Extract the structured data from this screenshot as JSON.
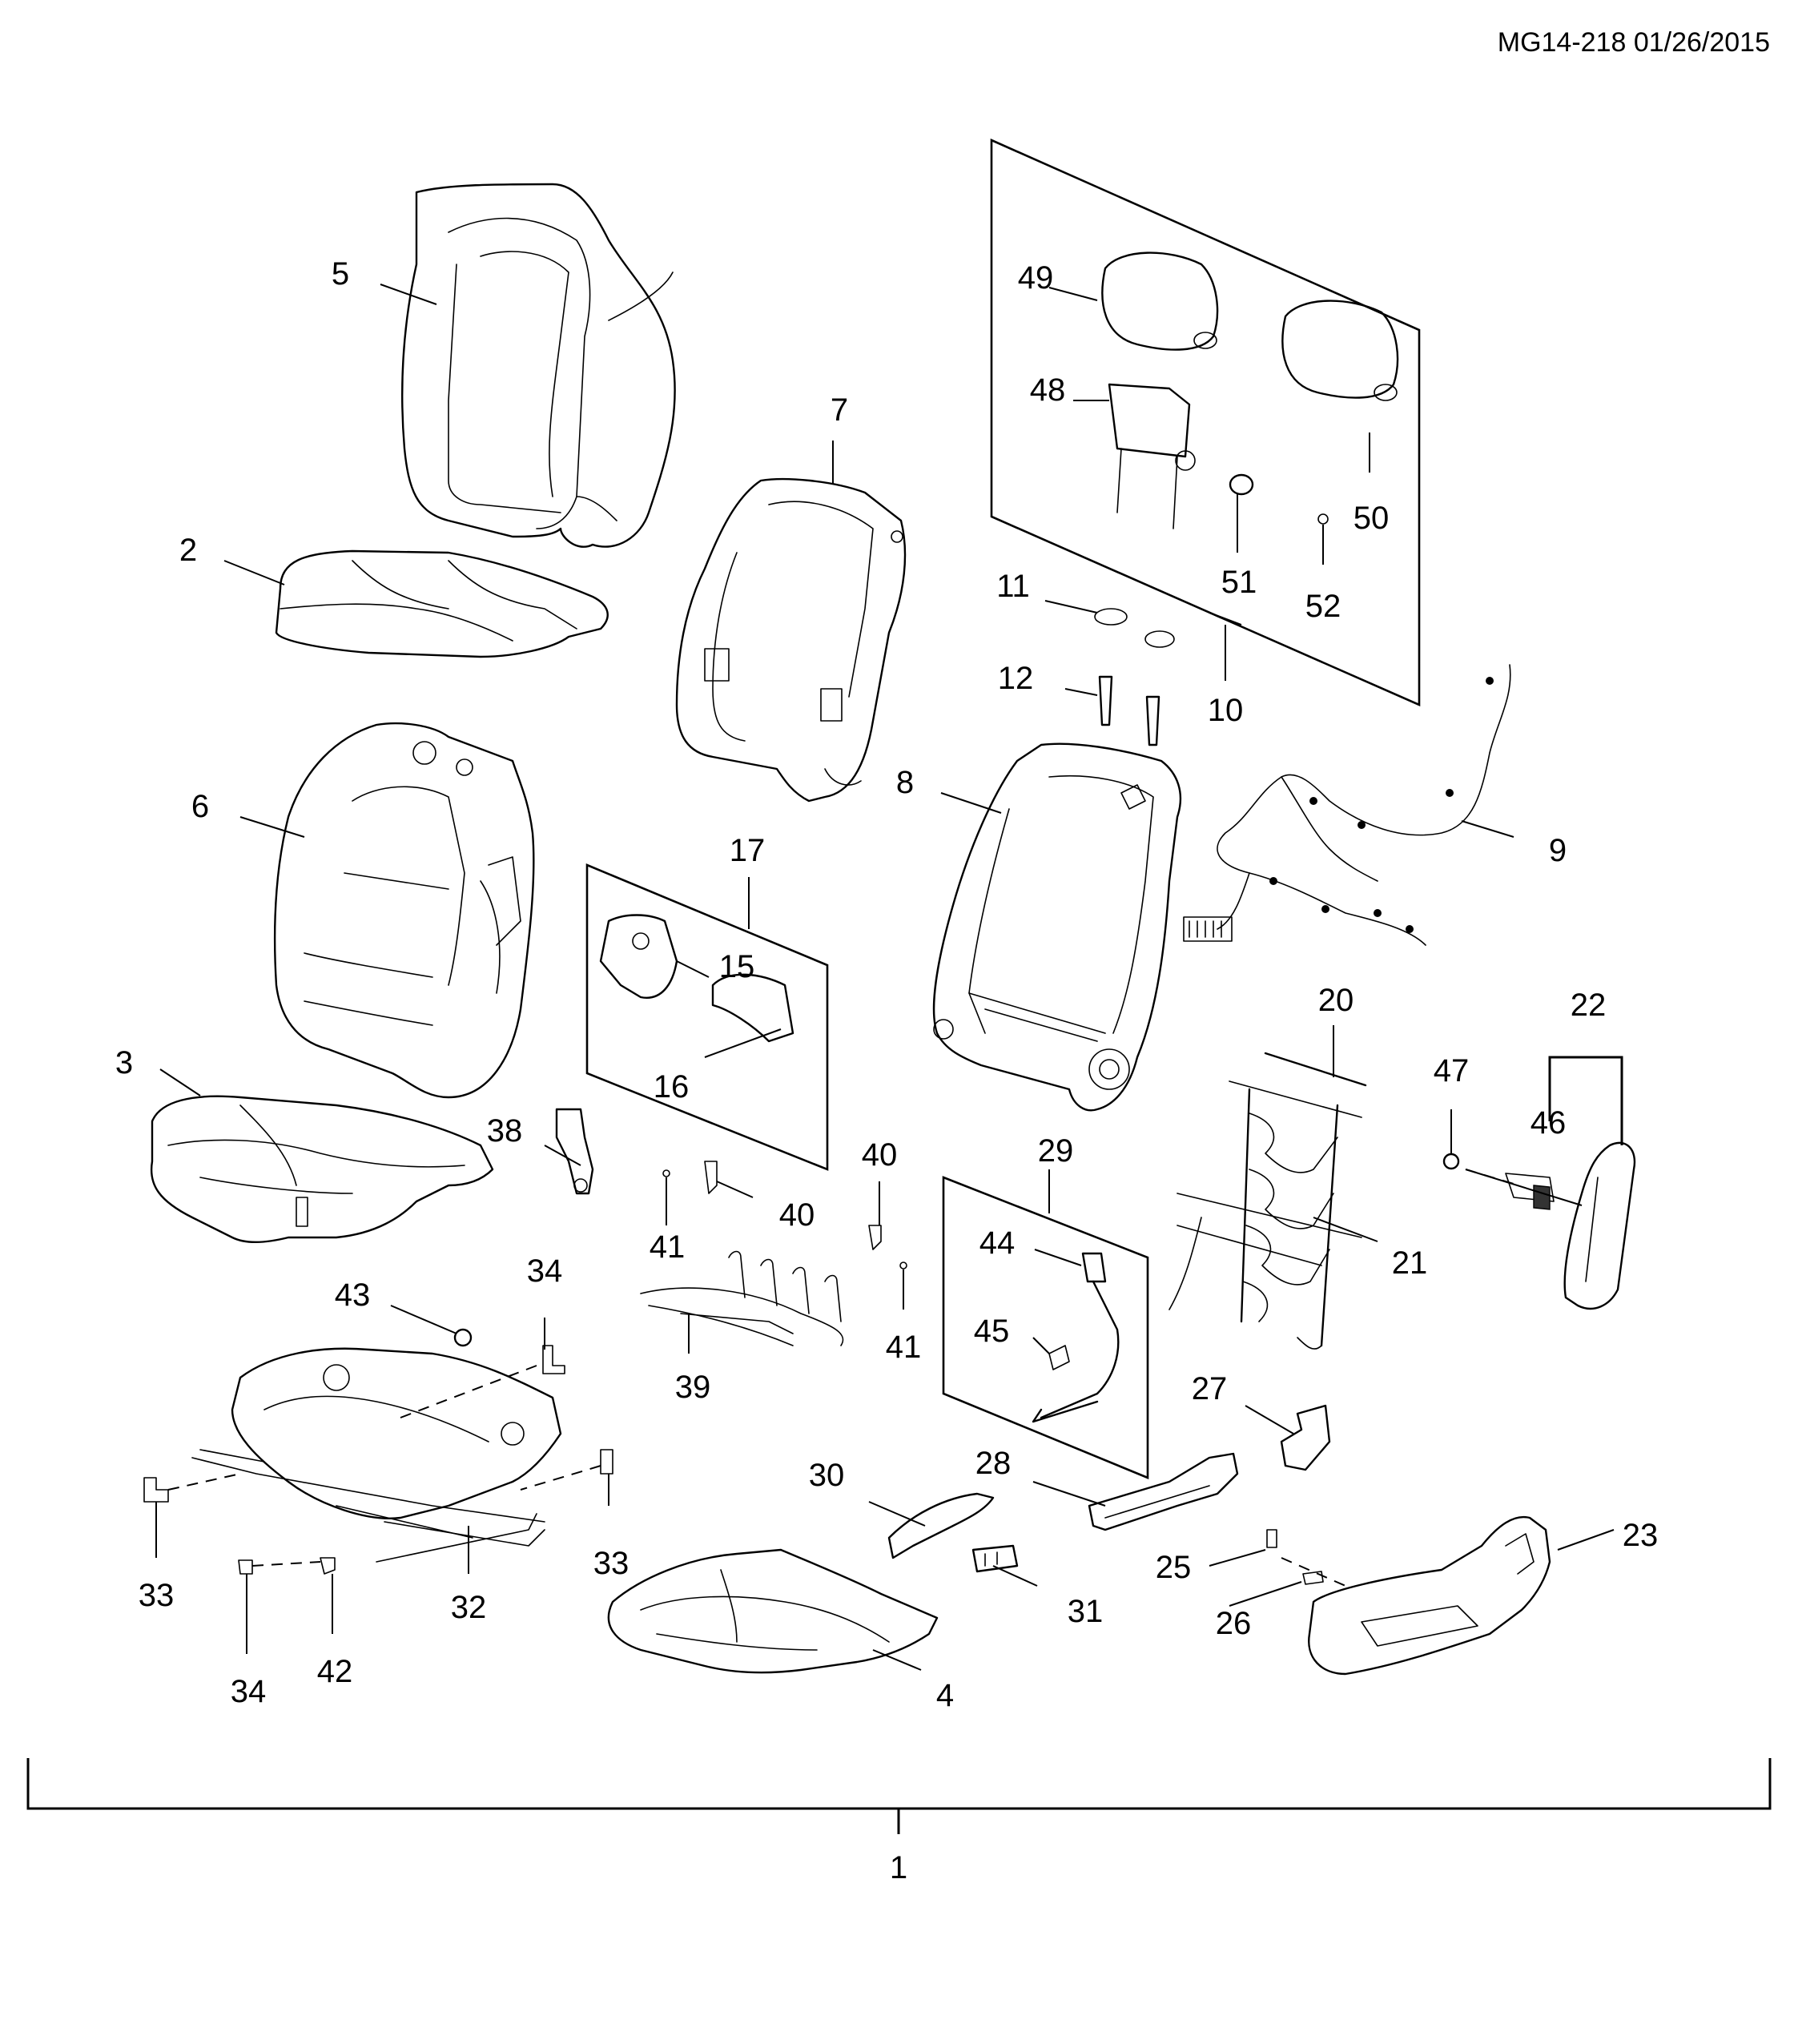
{
  "header": {
    "code": "MG14-218 01/26/2015"
  },
  "callouts": [
    "1",
    "2",
    "3",
    "4",
    "5",
    "6",
    "7",
    "8",
    "9",
    "10",
    "11",
    "12",
    "15",
    "16",
    "17",
    "20",
    "21",
    "22",
    "23",
    "25",
    "26",
    "27",
    "28",
    "29",
    "30",
    "31",
    "32",
    "33",
    "33",
    "34",
    "34",
    "38",
    "39",
    "40",
    "40",
    "41",
    "41",
    "42",
    "43",
    "44",
    "45",
    "46",
    "47",
    "48",
    "49",
    "50",
    "51",
    "52"
  ]
}
